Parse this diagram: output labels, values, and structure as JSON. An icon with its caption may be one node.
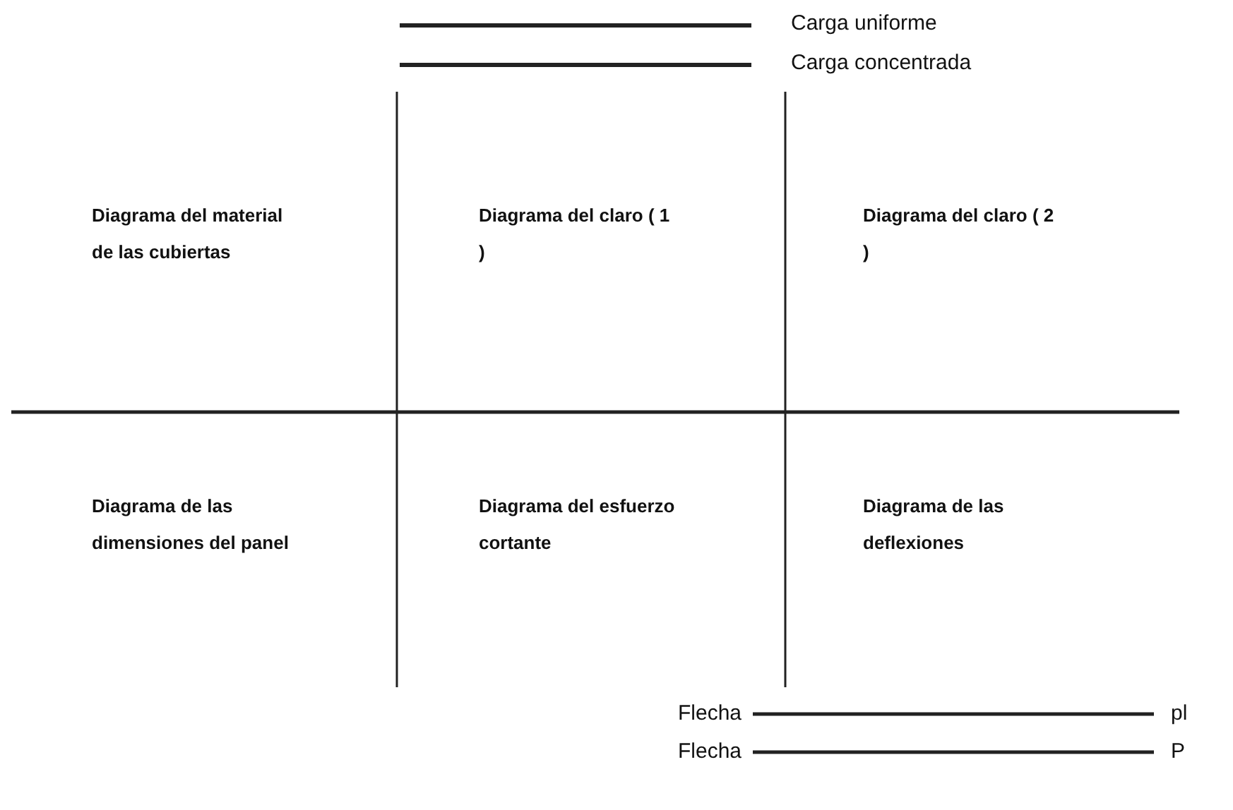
{
  "diagram": {
    "labels": [
      "Diagrama del material de las cubiertas",
      "Diagrama del claro ( 1 )",
      "Diagrama del claro ( 2 )",
      "Diagrama de las dimensiones del panel",
      "Diagrama del esfuerzo cortante",
      "Diagrama de las deflexiones",
      "Flecha",
      "pl",
      "Flecha",
      "P"
    ],
    "legend": [
      {
        "text": "Carga uniforme"
      },
      {
        "text": "Carga concentrada"
      }
    ]
  }
}
